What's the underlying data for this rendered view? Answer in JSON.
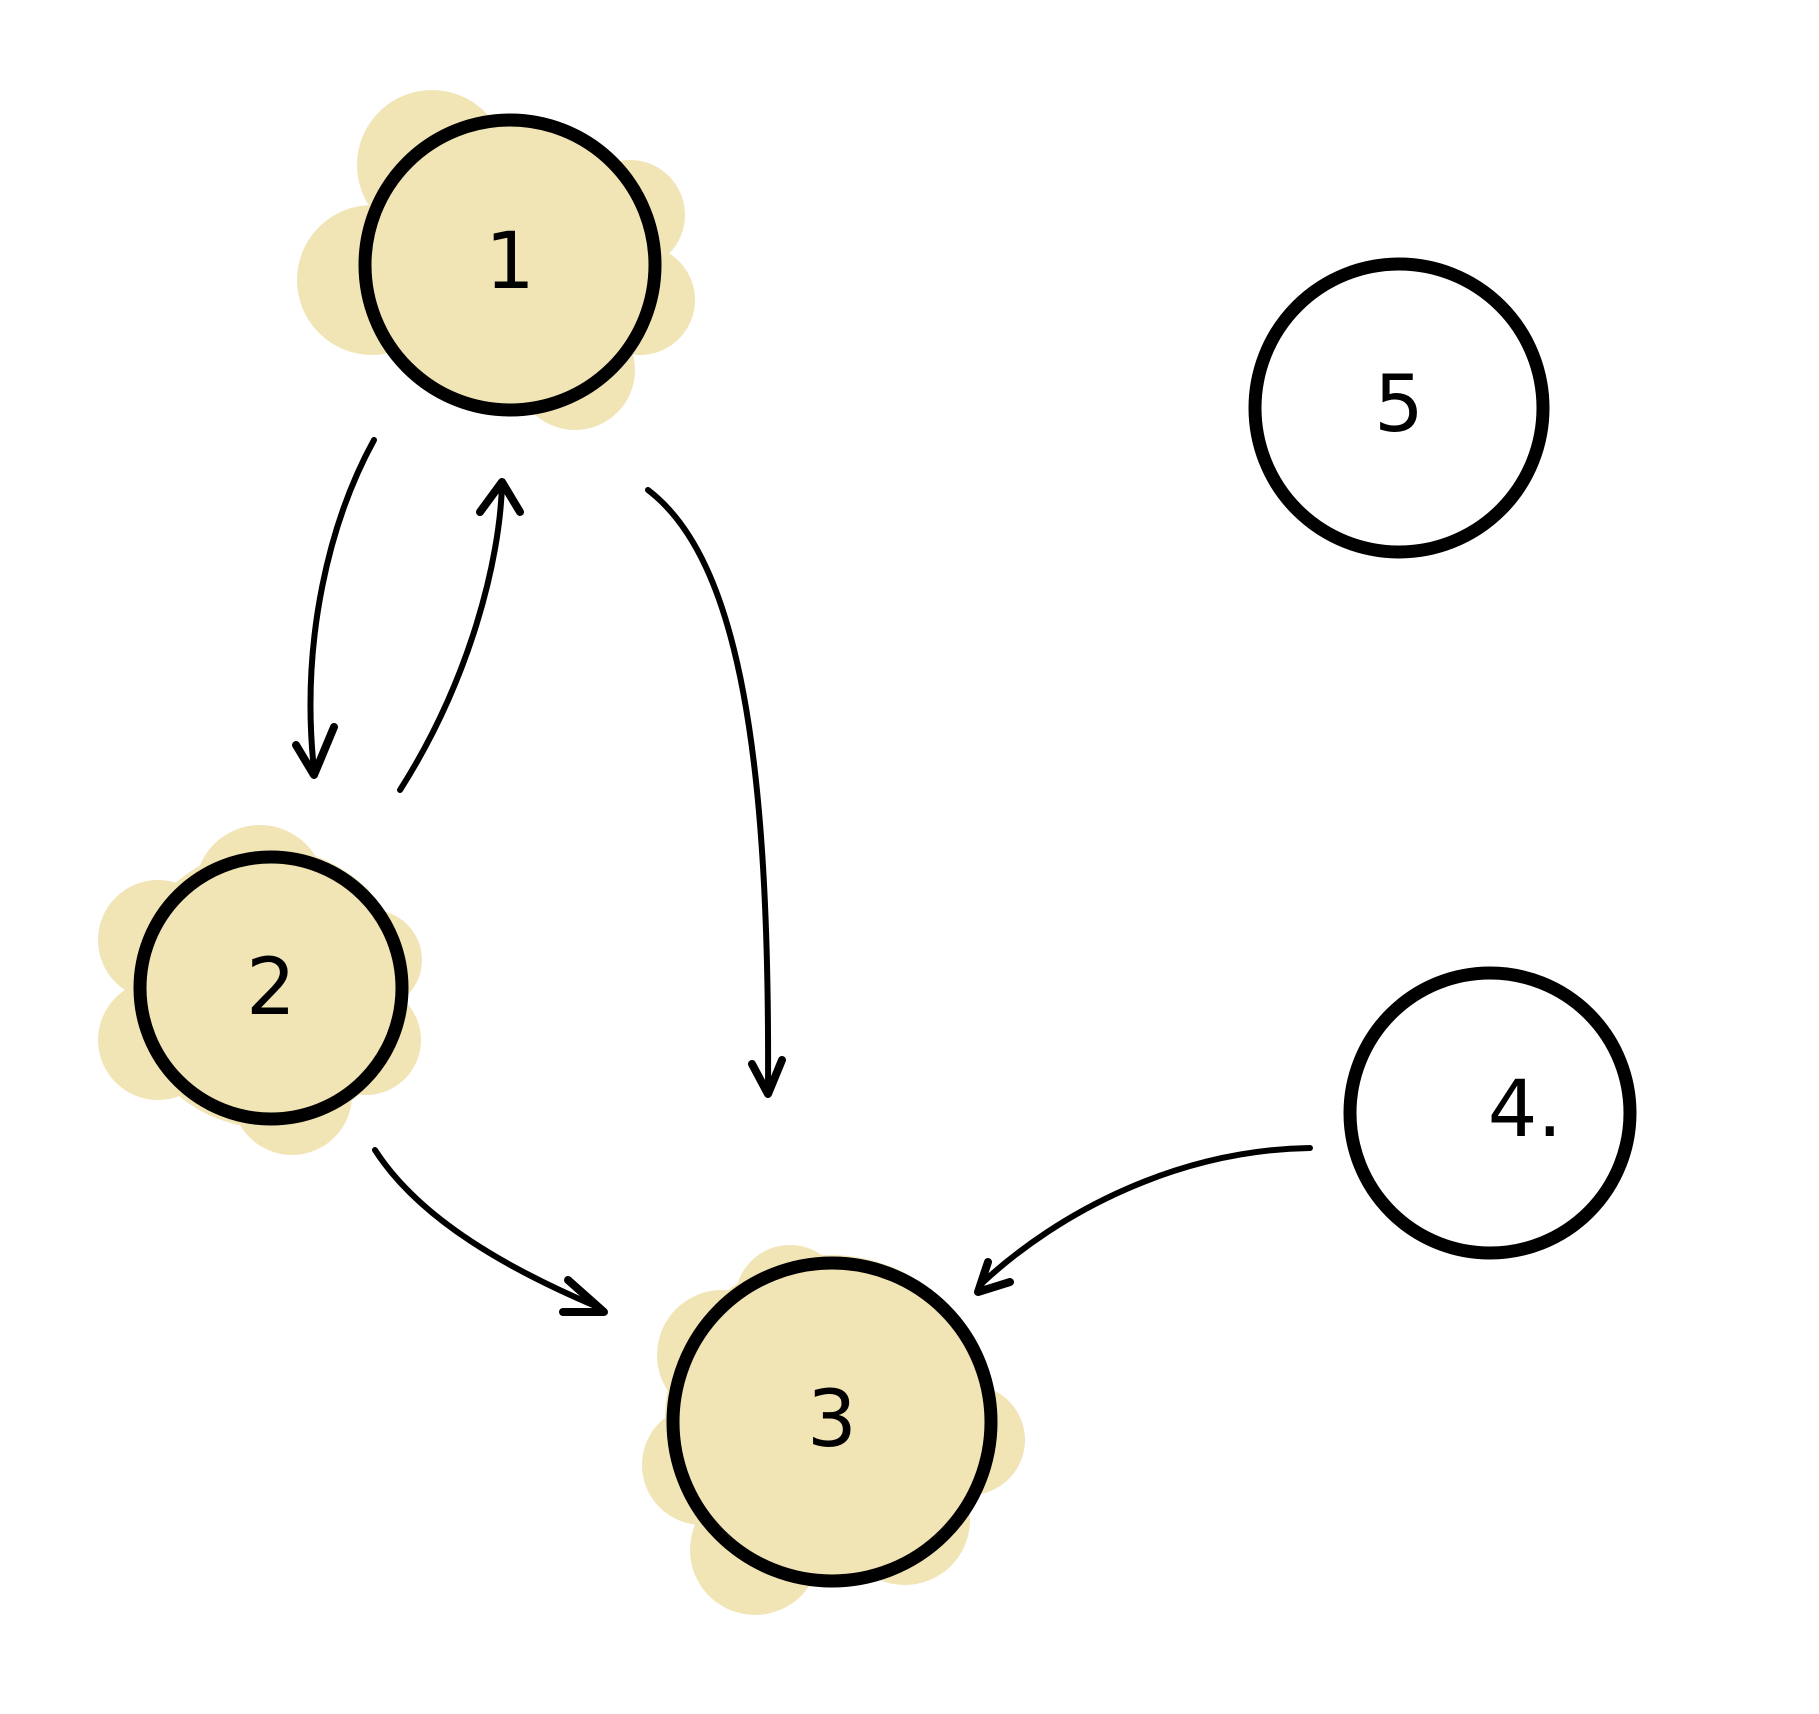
{
  "diagram": {
    "highlight_color": "#f1e4b5",
    "outline_color": "#000000",
    "nodes": [
      {
        "id": "1",
        "label": "1",
        "highlighted": true
      },
      {
        "id": "2",
        "label": "2",
        "highlighted": true
      },
      {
        "id": "3",
        "label": "3",
        "highlighted": true
      },
      {
        "id": "4",
        "label": "4.",
        "highlighted": false
      },
      {
        "id": "5",
        "label": "5",
        "highlighted": false
      }
    ],
    "edges": [
      {
        "from": "1",
        "to": "2"
      },
      {
        "from": "2",
        "to": "1"
      },
      {
        "from": "1",
        "to": "3"
      },
      {
        "from": "2",
        "to": "3"
      },
      {
        "from": "4",
        "to": "3"
      }
    ]
  }
}
